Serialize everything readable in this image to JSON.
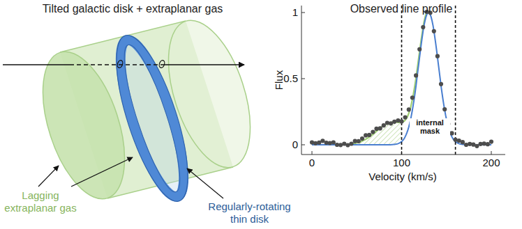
{
  "diagram": {
    "labels": [
      "Tilted galactic disk + extraplanar gas",
      "Lagging extraplanar gas",
      "Regularly-rotating thin disk",
      "Observed line profile",
      "Flux",
      "1",
      "0.5",
      "0",
      "0",
      "100",
      "200",
      "Velocity (km/s)",
      "internal mask"
    ]
  }
}
